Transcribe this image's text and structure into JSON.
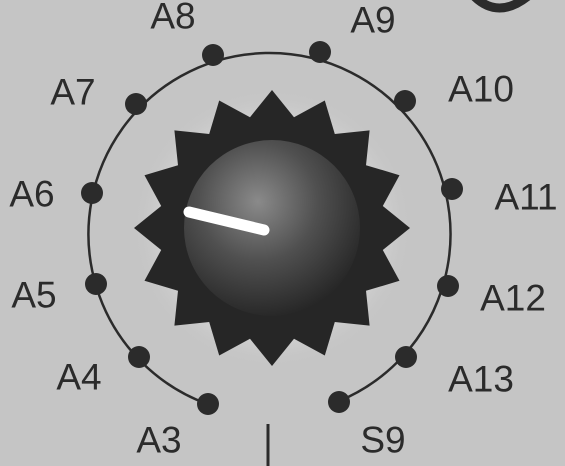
{
  "selector": {
    "positions": [
      {
        "label": "A3"
      },
      {
        "label": "A4"
      },
      {
        "label": "A5"
      },
      {
        "label": "A6"
      },
      {
        "label": "A7"
      },
      {
        "label": "A8"
      },
      {
        "label": "A9"
      },
      {
        "label": "A10"
      },
      {
        "label": "A11"
      },
      {
        "label": "A12"
      },
      {
        "label": "A13"
      },
      {
        "label": "S9"
      }
    ],
    "current_position": "A6",
    "colors": {
      "panel": "#c5c5c5",
      "ink": "#2b2b2b",
      "knob_gear": "#262626",
      "knob_face_light": "#8a8a8a",
      "knob_face_dark": "#1c1c1c",
      "pointer": "#ffffff"
    }
  }
}
